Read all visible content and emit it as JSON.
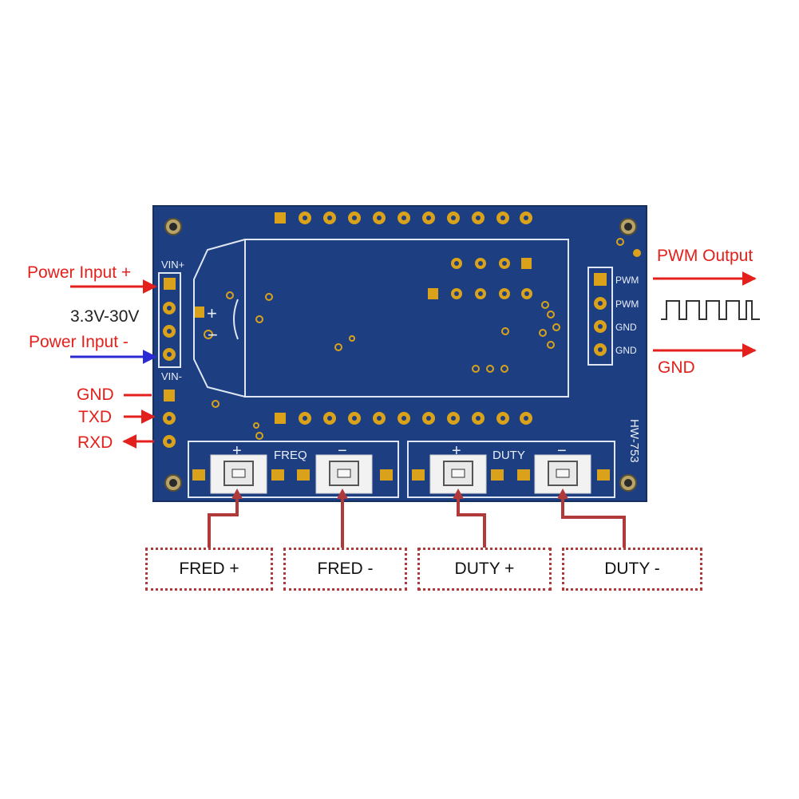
{
  "labels": {
    "power_input_plus": "Power Input +",
    "voltage_range": "3.3V-30V",
    "power_input_minus": "Power Input -",
    "gnd_left": "GND",
    "txd": "TXD",
    "rxd": "RXD",
    "pwm_output": "PWM Output",
    "gnd_right": "GND"
  },
  "silkscreen": {
    "vin_plus": "VIN+",
    "vin_minus": "VIN-",
    "pwm1": "PWM",
    "pwm2": "PWM",
    "gnd1": "GND",
    "gnd2": "GND",
    "freq": "FREQ",
    "duty": "DUTY",
    "model": "HW-753",
    "plus1": "+",
    "minus1": "−",
    "plus2": "+",
    "minus2": "−",
    "cap_plus": "+",
    "cap_minus": "−"
  },
  "buttons": {
    "fred_plus": "FRED +",
    "fred_minus": "FRED -",
    "duty_plus": "DUTY +",
    "duty_minus": "DUTY -"
  },
  "colors": {
    "board": "#1d3f82",
    "gold": "#d9a21a",
    "arrow_red": "#e3201b",
    "arrow_blue": "#2b2bd6",
    "connector": "#b03a3a"
  }
}
